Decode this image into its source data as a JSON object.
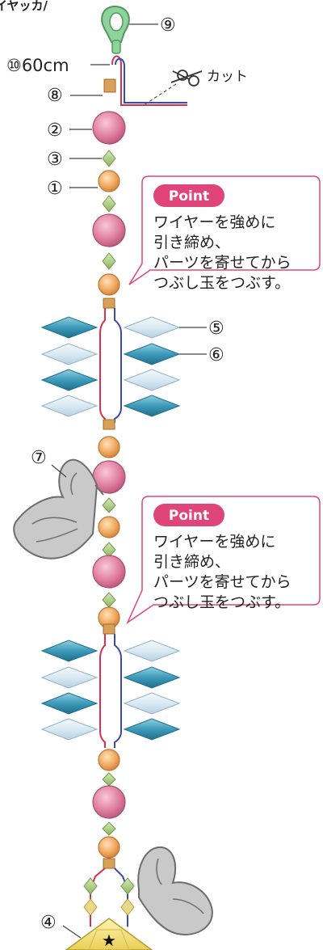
{
  "header_fragment": "イヤッカ/",
  "labels": {
    "ring": "⑨",
    "wire_length": "⑩60cm",
    "cut_label": "カット",
    "crimp": "⑧",
    "pink_bead": "②",
    "green_bead": "③",
    "orange_bead": "①",
    "crystal_light": "⑤",
    "crystal_dark": "⑥",
    "butterfly": "⑦",
    "pendant": "④"
  },
  "callouts": [
    {
      "title": "Point",
      "lines": [
        "ワイヤーを強めに",
        "引き締め、",
        "パーツを寄せてから",
        "つぶし玉をつぶす。"
      ]
    },
    {
      "title": "Point",
      "lines": [
        "ワイヤーを強めに",
        "引き締め、",
        "パーツを寄せてから",
        "つぶし玉をつぶす。"
      ]
    }
  ],
  "colors": {
    "wire_red": "#d6304a",
    "wire_blue": "#3a4aa8",
    "pink_bead": "#e07fa0",
    "orange_bead": "#f0a860",
    "green_bead": "#a8c878",
    "crystal_dark": "#3c9ab8",
    "crystal_light": "#cfe3ef",
    "crimp": "#d9a05a",
    "ring": "#7cc08a",
    "butterfly": "#9a9a9a",
    "callout_accent": "#e0457a",
    "pendant": "#f3e27a"
  }
}
